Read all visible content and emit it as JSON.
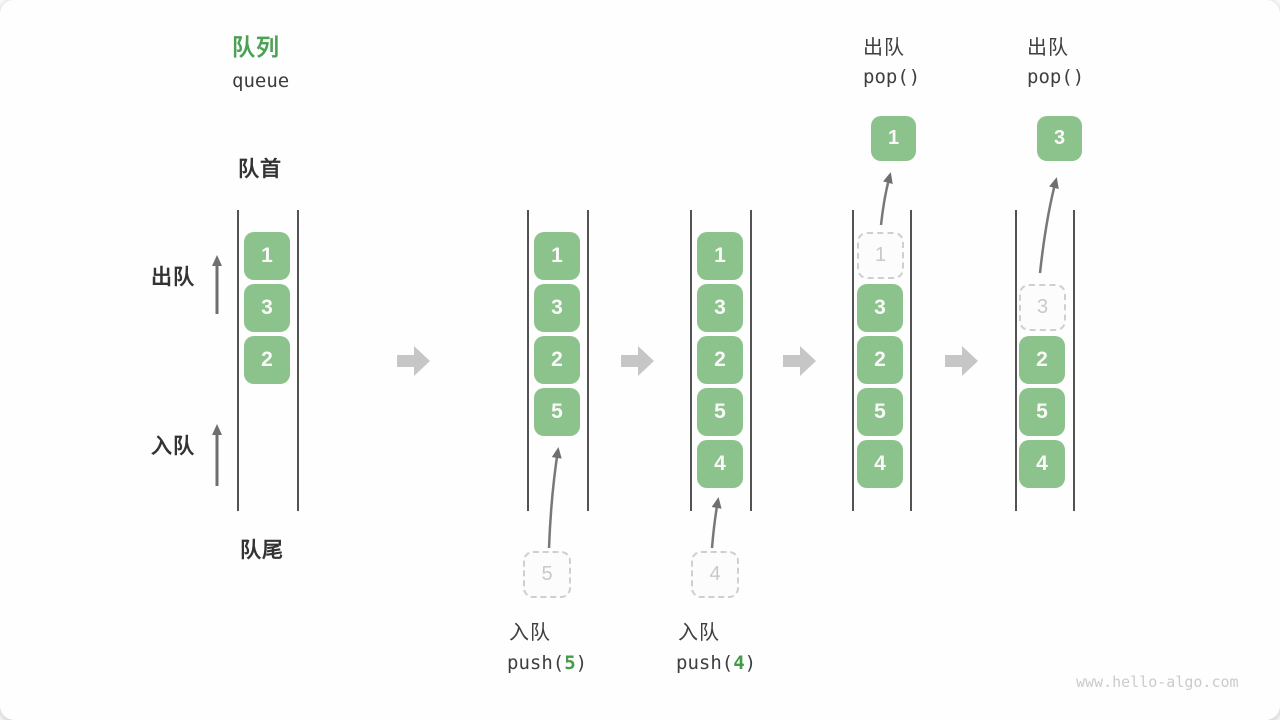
{
  "title": {
    "zh": "队列",
    "en": "queue"
  },
  "labels": {
    "front": "队首",
    "rear": "队尾",
    "dequeue_side": "出队",
    "enqueue_side": "入队"
  },
  "pops": [
    {
      "zh": "出队",
      "code": "pop()",
      "value": "1"
    },
    {
      "zh": "出队",
      "code": "pop()",
      "value": "3"
    }
  ],
  "pushes": [
    {
      "zh": "入队",
      "code_pre": "push(",
      "code_arg": "5",
      "code_post": ")",
      "staged": "5"
    },
    {
      "zh": "入队",
      "code_pre": "push(",
      "code_arg": "4",
      "code_post": ")",
      "staged": "4"
    }
  ],
  "states": [
    {
      "boxes": [
        {
          "slot": 0,
          "value": "1"
        },
        {
          "slot": 1,
          "value": "3"
        },
        {
          "slot": 2,
          "value": "2"
        }
      ]
    },
    {
      "boxes": [
        {
          "slot": 0,
          "value": "1"
        },
        {
          "slot": 1,
          "value": "3"
        },
        {
          "slot": 2,
          "value": "2"
        },
        {
          "slot": 3,
          "value": "5"
        }
      ]
    },
    {
      "boxes": [
        {
          "slot": 0,
          "value": "1"
        },
        {
          "slot": 1,
          "value": "3"
        },
        {
          "slot": 2,
          "value": "2"
        },
        {
          "slot": 3,
          "value": "5"
        },
        {
          "slot": 4,
          "value": "4"
        }
      ]
    },
    {
      "boxes": [
        {
          "slot": 0,
          "value": "1",
          "ghost": true
        },
        {
          "slot": 1,
          "value": "3"
        },
        {
          "slot": 2,
          "value": "2"
        },
        {
          "slot": 3,
          "value": "5"
        },
        {
          "slot": 4,
          "value": "4"
        }
      ]
    },
    {
      "boxes": [
        {
          "slot": 1,
          "value": "3",
          "ghost": true
        },
        {
          "slot": 2,
          "value": "2"
        },
        {
          "slot": 3,
          "value": "5"
        },
        {
          "slot": 4,
          "value": "4"
        }
      ]
    }
  ],
  "watermark": "www.hello-algo.com",
  "colors": {
    "accent_green": "#4CA154",
    "box_green": "#8CC28C",
    "arg_green": "#459A48",
    "gray_arrow": "#c6c6c6",
    "thin_arrow": "#6f6f6f"
  }
}
